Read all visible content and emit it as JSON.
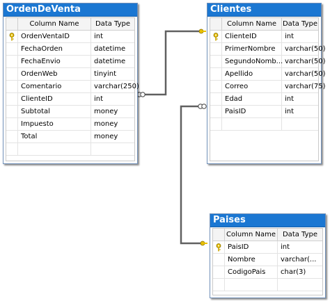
{
  "colors": {
    "title_bar": "#1b77d2",
    "title_text": "#ffffff",
    "connector": "#606060",
    "key_icon": "#e8c000"
  },
  "headers": {
    "column_name": "Column Name",
    "data_type": "Data Type"
  },
  "tables": {
    "ordenventa": {
      "title": "OrdenDeVenta",
      "rows": [
        {
          "name": "OrdenVentaID",
          "type": "int",
          "key": true
        },
        {
          "name": "FechaOrden",
          "type": "datetime",
          "key": false
        },
        {
          "name": "FechaEnvio",
          "type": "datetime",
          "key": false
        },
        {
          "name": "OrdenWeb",
          "type": "tinyint",
          "key": false
        },
        {
          "name": "Comentario",
          "type": "varchar(250)",
          "key": false
        },
        {
          "name": "ClienteID",
          "type": "int",
          "key": false
        },
        {
          "name": "Subtotal",
          "type": "money",
          "key": false
        },
        {
          "name": "Impuesto",
          "type": "money",
          "key": false
        },
        {
          "name": "Total",
          "type": "money",
          "key": false
        }
      ]
    },
    "clientes": {
      "title": "Clientes",
      "rows": [
        {
          "name": "ClienteID",
          "type": "int",
          "key": true
        },
        {
          "name": "PrimerNombre",
          "type": "varchar(50)",
          "key": false
        },
        {
          "name": "SegundoNomb...",
          "type": "varchar(50)",
          "key": false
        },
        {
          "name": "Apellido",
          "type": "varchar(50)",
          "key": false
        },
        {
          "name": "Correo",
          "type": "varchar(75)",
          "key": false
        },
        {
          "name": "Edad",
          "type": "int",
          "key": false
        },
        {
          "name": "PaisID",
          "type": "int",
          "key": false
        }
      ]
    },
    "paises": {
      "title": "Paises",
      "rows": [
        {
          "name": "PaisID",
          "type": "int",
          "key": true
        },
        {
          "name": "Nombre",
          "type": "varchar(...",
          "key": false
        },
        {
          "name": "CodigoPais",
          "type": "char(3)",
          "key": false
        }
      ]
    }
  }
}
